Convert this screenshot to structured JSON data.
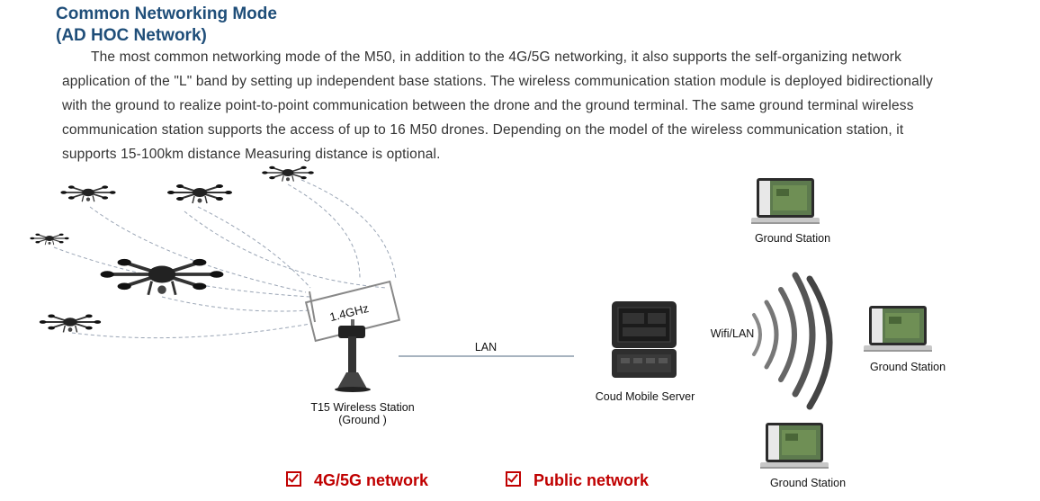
{
  "title_line1": "Common Networking Mode",
  "title_line2": "(AD HOC Network)",
  "paragraph": "The most common networking mode of the M50, in addition to the 4G/5G networking, it also supports the self-organizing network application of the \"L\" band by setting up independent base stations. The wireless communication station module is deployed bidirectionally with the ground to realize point-to-point communication between the drone and the ground terminal. The same ground terminal wireless communication station supports the access of up to 16 M50 drones. Depending on the model of the wireless communication station, it supports 15-100km distance Measuring distance is optional.",
  "diagram": {
    "frequency_label": "1.4GHz",
    "station_label_1": "T15 Wireless Station",
    "station_label_2": "(Ground )",
    "lan_label": "LAN",
    "server_label": "Coud Mobile Server",
    "wifi_label": "Wifi/LAN",
    "ground_station_top": "Ground Station",
    "ground_station_mid": "Ground Station",
    "ground_station_bottom": "Ground Station"
  },
  "features": [
    {
      "label": "4G/5G network"
    },
    {
      "label": "Public network"
    }
  ],
  "colors": {
    "title": "#1f4e79",
    "accent": "#c00000",
    "text": "#333333"
  }
}
